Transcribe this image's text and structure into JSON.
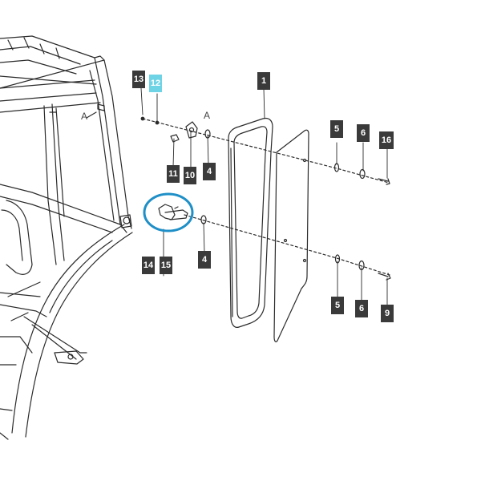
{
  "diagram": {
    "view_letters": {
      "left": "A",
      "right": "A"
    },
    "callouts": {
      "p1": "1",
      "p4a": "4",
      "p4b": "4",
      "p5a": "5",
      "p5b": "5",
      "p6a": "6",
      "p6b": "6",
      "p9": "9",
      "p10": "10",
      "p11": "11",
      "p12": "12",
      "p13": "13",
      "p14": "14",
      "p15": "15",
      "p16": "16"
    },
    "colors": {
      "line": "#2b2b2b",
      "callout_bg": "#3a3a3a",
      "highlight_callout": "#6fd3e6",
      "highlight_ring": "#1f8fc7"
    }
  }
}
